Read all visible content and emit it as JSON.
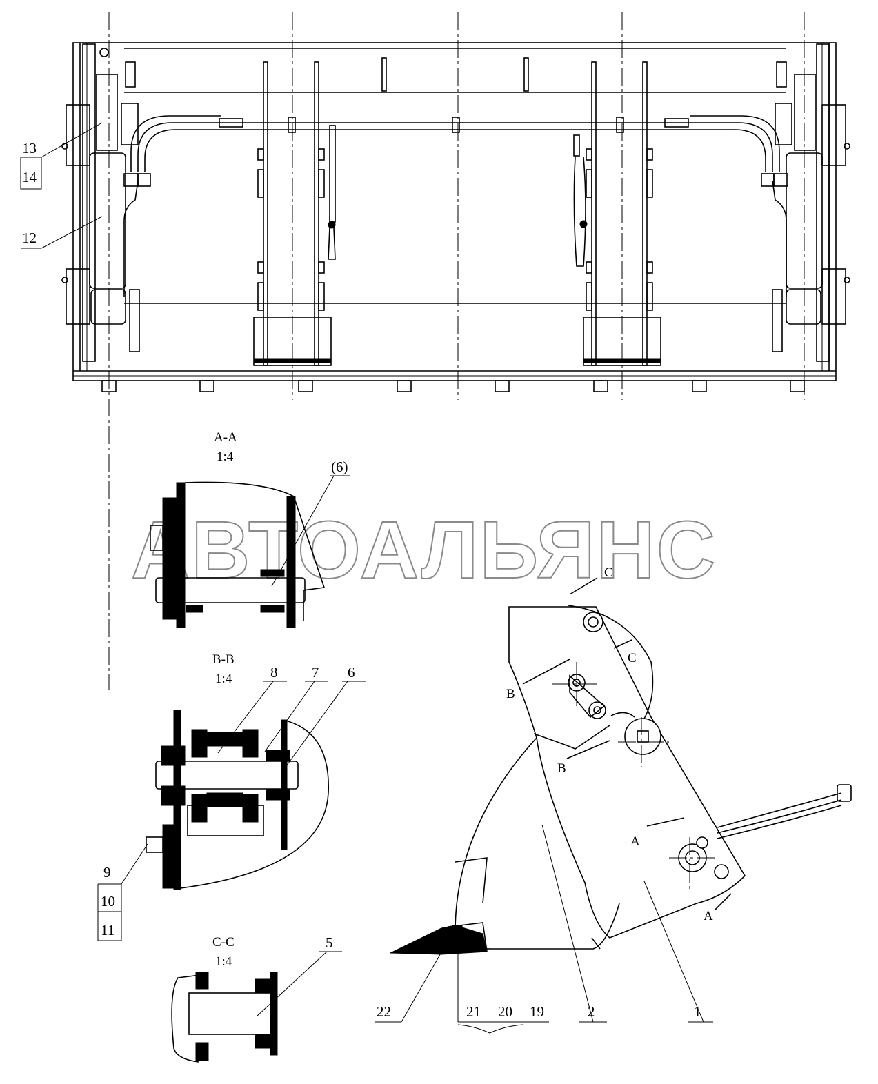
{
  "watermark": "АВТОАЛЬЯНС",
  "sections": {
    "aa": {
      "title": "A-A",
      "scale": "1:4"
    },
    "bb": {
      "title": "B-B",
      "scale": "1:4"
    },
    "cc": {
      "title": "C-C",
      "scale": "1:4"
    }
  },
  "section_markers": {
    "a": "A",
    "b": "B",
    "c": "C"
  },
  "callouts": {
    "p1": "1",
    "p2": "2",
    "p5": "5",
    "p6": "6",
    "p6_ref": "(6)",
    "p7": "7",
    "p8": "8",
    "p9": "9",
    "p10": "10",
    "p11": "11",
    "p12": "12",
    "p13": "13",
    "p14": "14",
    "p19": "19",
    "p20": "20",
    "p21": "21",
    "p22": "22"
  }
}
